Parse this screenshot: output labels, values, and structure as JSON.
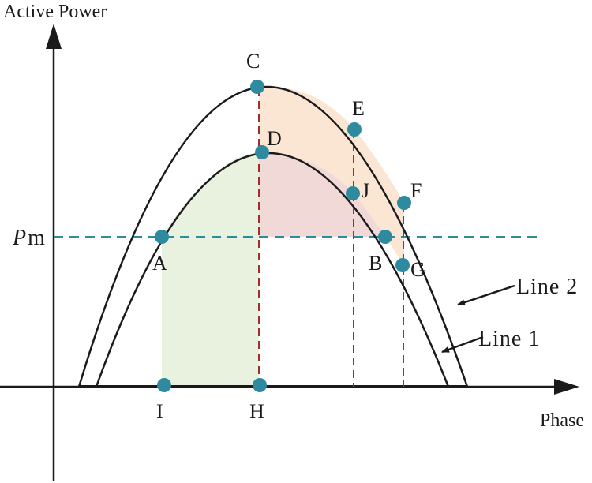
{
  "axes": {
    "y_label": "Active Power",
    "x_label": "Phase"
  },
  "pm_label": {
    "italic": "P",
    "rest": "m"
  },
  "points": {
    "A": "A",
    "B": "B",
    "C": "C",
    "D": "D",
    "E": "E",
    "F": "F",
    "G": "G",
    "H": "H",
    "I": "I",
    "J": "J"
  },
  "lines": {
    "line1": "Line 1",
    "line2": "Line 2"
  },
  "colors": {
    "point": "#2e8a9e",
    "pm_dash": "#2e8a9e",
    "vertical_dash": "#a0302c",
    "green_area": "#e9f1df",
    "pink_area": "#f1d9d8",
    "peach_area": "#fbe6d4",
    "curve": "#1a1a1a"
  }
}
